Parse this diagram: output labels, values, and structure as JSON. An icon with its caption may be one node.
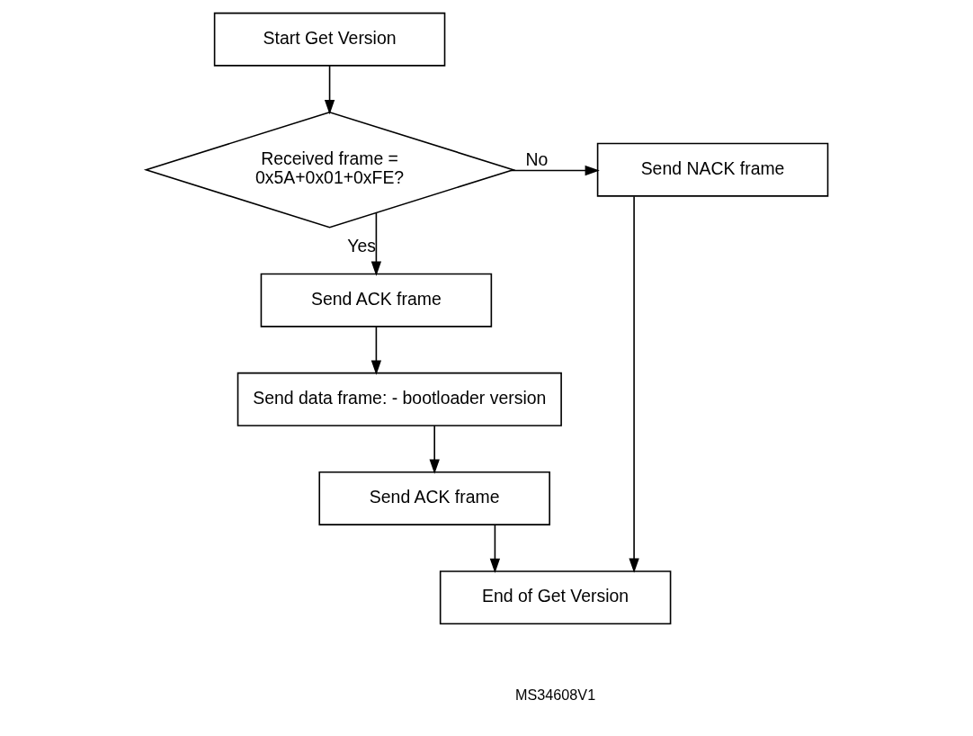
{
  "diagram": {
    "nodes": [
      {
        "text": [
          "Start Get Version"
        ]
      },
      {
        "text": [
          "Received frame = 0x5A+0x01+0xFE?"
        ]
      },
      {
        "text": [
          "Send NACK frame"
        ]
      },
      {
        "text": [
          "Send ACK frame"
        ]
      },
      {
        "text": [
          "Send data frame: - bootloader version"
        ]
      },
      {
        "text": [
          "Send ACK frame"
        ]
      },
      {
        "text": [
          "End of Get Version"
        ]
      }
    ],
    "edges": [
      {
        "from": 0,
        "to": 1,
        "arrow": "to"
      },
      {
        "from": 1,
        "to": 2,
        "arrow": "to",
        "label": "No"
      },
      {
        "from": 1,
        "to": 3,
        "arrow": "to",
        "label": "Yes"
      },
      {
        "from": 3,
        "to": 4,
        "arrow": "to"
      },
      {
        "from": 4,
        "to": 5,
        "arrow": "to"
      },
      {
        "from": 5,
        "to": 6,
        "arrow": "to"
      },
      {
        "from": 2,
        "to": 6,
        "arrow": "to"
      }
    ],
    "labels": [
      "MS34608V1"
    ]
  }
}
